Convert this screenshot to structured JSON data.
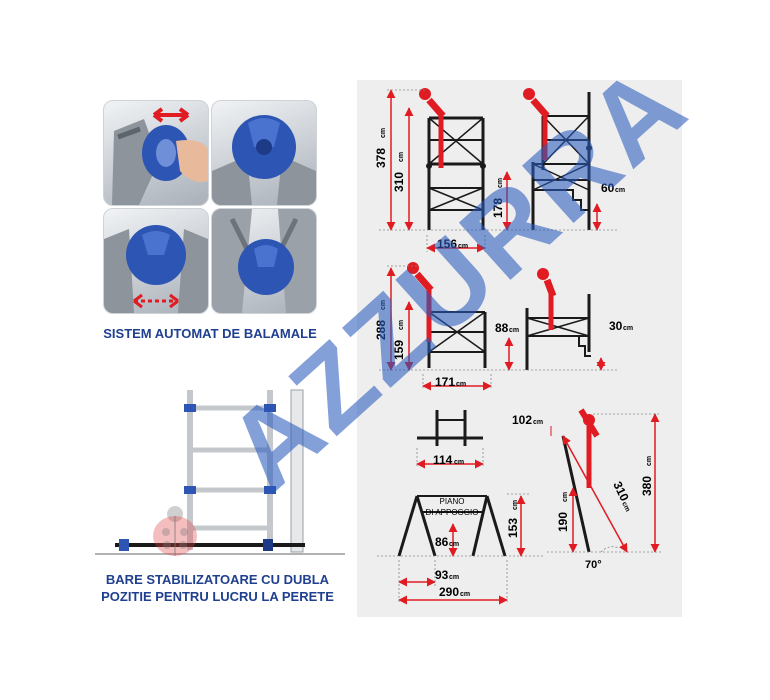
{
  "hinge_caption": "SISTEM AUTOMAT DE BALAMALE",
  "stabilizer_caption_line1": "BARE STABILIZATOARE CU DUBLA",
  "stabilizer_caption_line2": "POZITIE PENTRU LUCRU LA PERETE",
  "watermark": "AZZURRA",
  "colors": {
    "frame": "#1a1a1a",
    "accent": "#e01b22",
    "hinge_blue": "#2c55b4",
    "caption_blue": "#1f3f8f",
    "watermark": "#2a5cbe"
  },
  "dimensions": {
    "total_height_large": "378",
    "platform_height_large": "310",
    "mid_height_large": "178",
    "step_height_large": "60",
    "base_width_large": "156",
    "total_height_medium": "288",
    "platform_height_medium": "159",
    "mid_height_medium": "88",
    "step_height_medium": "30",
    "base_width_medium": "171",
    "section_width": "114",
    "support_label_line1": "PIANO",
    "support_label_line2": "DI APPOGGIO",
    "trestle_height": "153",
    "trestle_inner": "86",
    "trestle_half_width": "93",
    "trestle_full_width": "290",
    "ladder_top_offset": "102",
    "ladder_length": "310",
    "ladder_total_height": "380",
    "ladder_base_height": "190",
    "ladder_angle": "70°",
    "unit": "cm"
  }
}
